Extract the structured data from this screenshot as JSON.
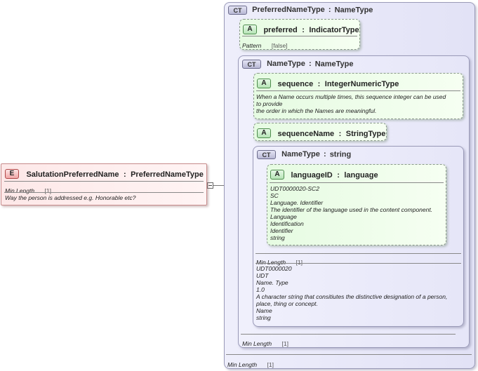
{
  "root_element": {
    "badge": "E",
    "name": "SalutationPreferredName",
    "type": "PreferredNameType",
    "facet_name": "Min Length",
    "facet_value": "[1]",
    "doc": "Way the person is addressed e.g. Honorable etc?"
  },
  "outer_ct": {
    "badge": "CT",
    "name": "PreferredNameType",
    "type": "NameType",
    "facet_name": "Min Length",
    "facet_value": "[1]",
    "preferred": {
      "badge": "A",
      "name": "preferred",
      "type": "IndicatorType",
      "facet_name": "Pattern",
      "facet_value": "[false]"
    }
  },
  "middle_ct": {
    "badge": "CT",
    "name": "NameType",
    "type": "NameType",
    "facet_name": "Min Length",
    "facet_value": "[1]",
    "sequence": {
      "badge": "A",
      "name": "sequence",
      "type": "IntegerNumericType",
      "doc": [
        "When a Name occurs multiple times, this sequence integer can be used",
        "to provide",
        "the order in which the Names are meaningful."
      ]
    },
    "sequence_name": {
      "badge": "A",
      "name": "sequenceName",
      "type": "StringType"
    }
  },
  "inner_ct": {
    "badge": "CT",
    "name": "NameType",
    "type": "string",
    "facet_name": "Min Length",
    "facet_value": "[1]",
    "language_id": {
      "badge": "A",
      "name": "languageID",
      "type": "language",
      "doc": [
        "UDT0000020-SC2",
        "SC",
        "Language. Identifier",
        "The identifier of the language used in the content component.",
        "Language",
        "Identification",
        "Identifier",
        "string"
      ]
    },
    "doc": [
      "UDT0000020",
      "UDT",
      "Name. Type",
      "1.0",
      "A character string that consitiutes the distinctive designation of a person,",
      "place, thing or concept.",
      "Name",
      "string"
    ]
  },
  "separator": ":"
}
